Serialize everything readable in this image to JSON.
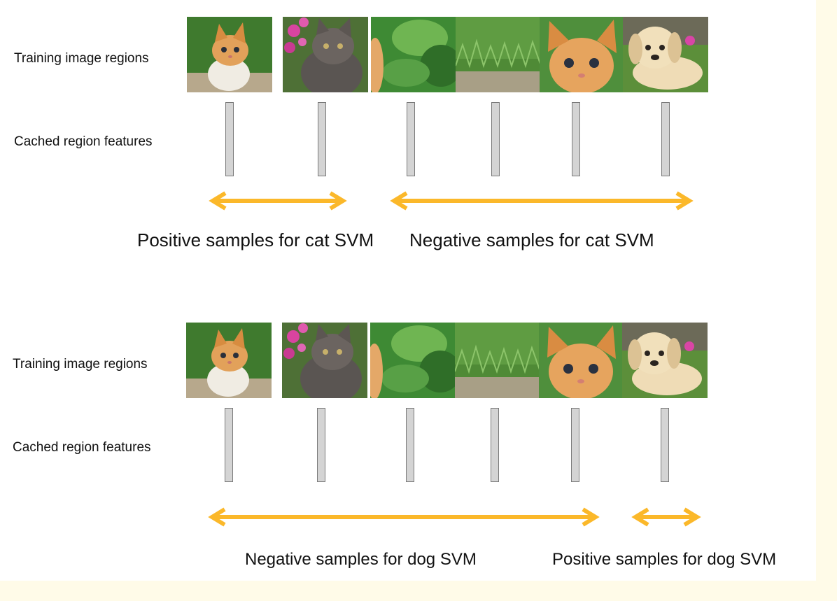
{
  "colors": {
    "arrow": "#fbb82a",
    "feature_fill": "#d4d4d4",
    "feature_stroke": "#7a7a7a",
    "page_background": "#ffffff",
    "outer_background": "#fffbe8"
  },
  "regions": [
    {
      "kind": "kitten",
      "icon": "kitten-photo-icon"
    },
    {
      "kind": "fluffy-kitten",
      "icon": "kitten-with-flowers-photo-icon"
    },
    {
      "kind": "foliage",
      "icon": "foliage-photo-icon"
    },
    {
      "kind": "grass",
      "icon": "grass-photo-icon"
    },
    {
      "kind": "kitten-face",
      "icon": "kitten-face-photo-icon"
    },
    {
      "kind": "puppy",
      "icon": "puppy-photo-icon"
    }
  ],
  "panels": [
    {
      "training_label": "Training image regions",
      "features_label": "Cached region features",
      "groups": [
        {
          "caption": "Positive samples for cat SVM",
          "from_region": 0,
          "to_region": 1
        },
        {
          "caption": "Negative samples for cat SVM",
          "from_region": 2,
          "to_region": 5
        }
      ]
    },
    {
      "training_label": "Training image regions",
      "features_label": "Cached region features",
      "groups": [
        {
          "caption": "Negative samples for dog SVM",
          "from_region": 0,
          "to_region": 4
        },
        {
          "caption": "Positive samples for dog SVM",
          "from_region": 5,
          "to_region": 5
        }
      ]
    }
  ]
}
